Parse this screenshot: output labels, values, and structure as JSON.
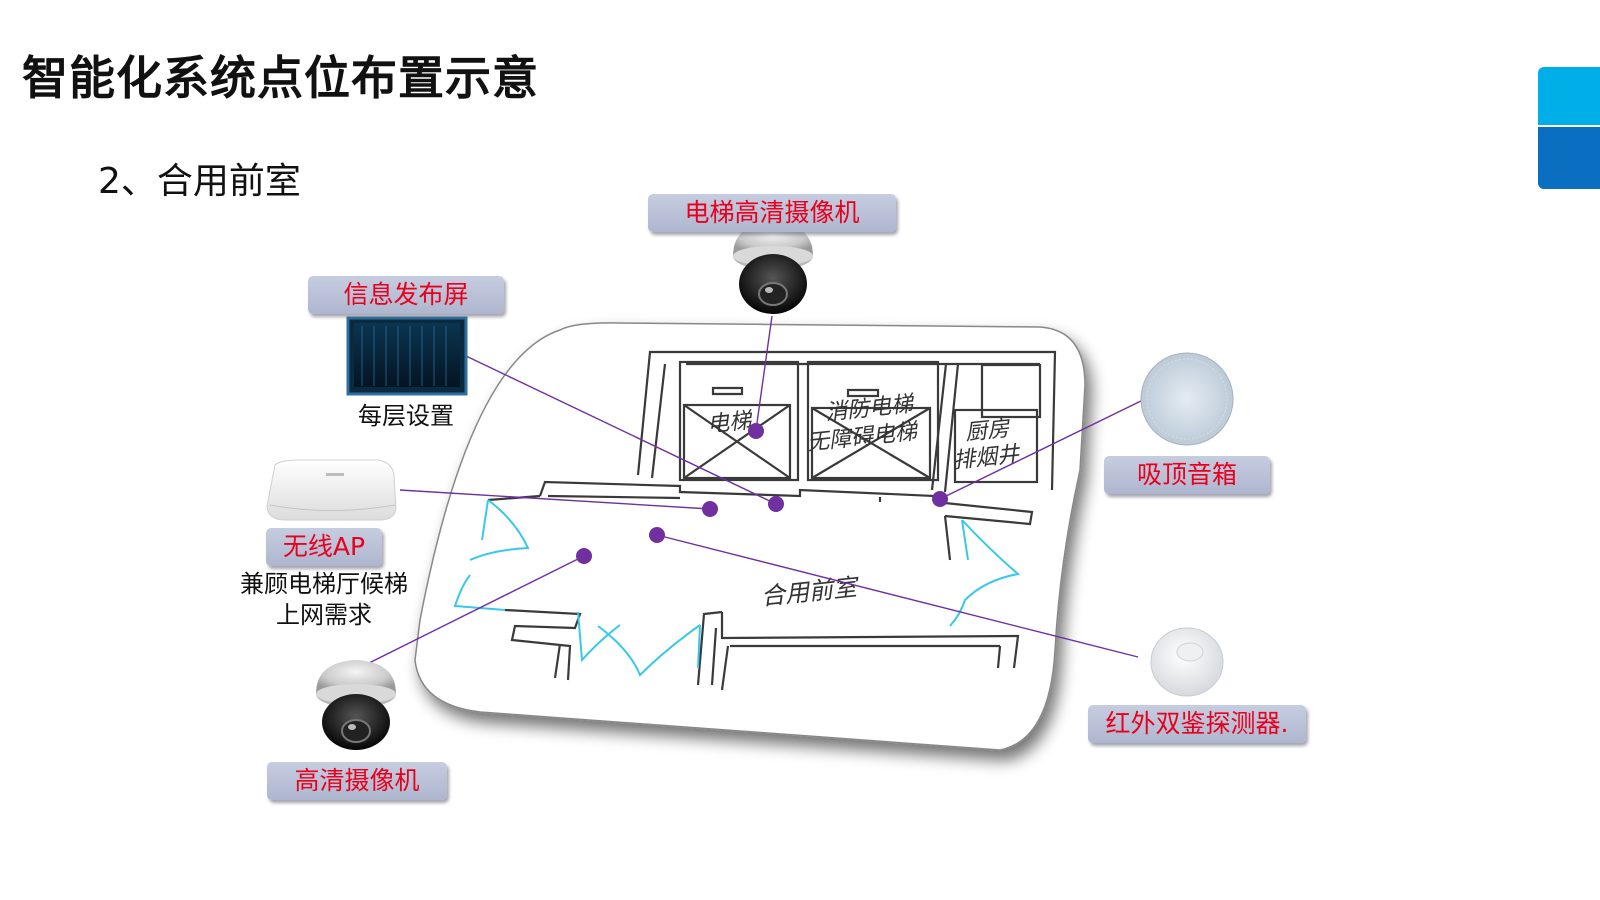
{
  "slide": {
    "title": "智能化系统点位布置示意",
    "subtitle": "2、合用前室"
  },
  "plan": {
    "room_elevator": "电梯",
    "room_fire_elevator_line1": "消防电梯",
    "room_fire_elevator_line2": "无障碍电梯",
    "room_kitchen_line1": "厨房",
    "room_kitchen_line2": "排烟井",
    "area_label": "合用前室"
  },
  "devices": {
    "elevator_camera": "电梯高清摄像机",
    "info_screen": "信息发布屏",
    "info_screen_note": "每层设置",
    "wireless_ap": "无线AP",
    "wireless_ap_note_line1": "兼顾电梯厅候梯",
    "wireless_ap_note_line2": "上网需求",
    "hd_camera": "高清摄像机",
    "ceiling_speaker": "吸顶音箱",
    "ir_detector": "红外双鉴探测器."
  },
  "colors": {
    "label_text": "#e8001c",
    "marker": "#7030a0",
    "accent_light": "#00aee8",
    "accent_dark": "#0a6fc0",
    "door_swing": "#38c8e8"
  }
}
